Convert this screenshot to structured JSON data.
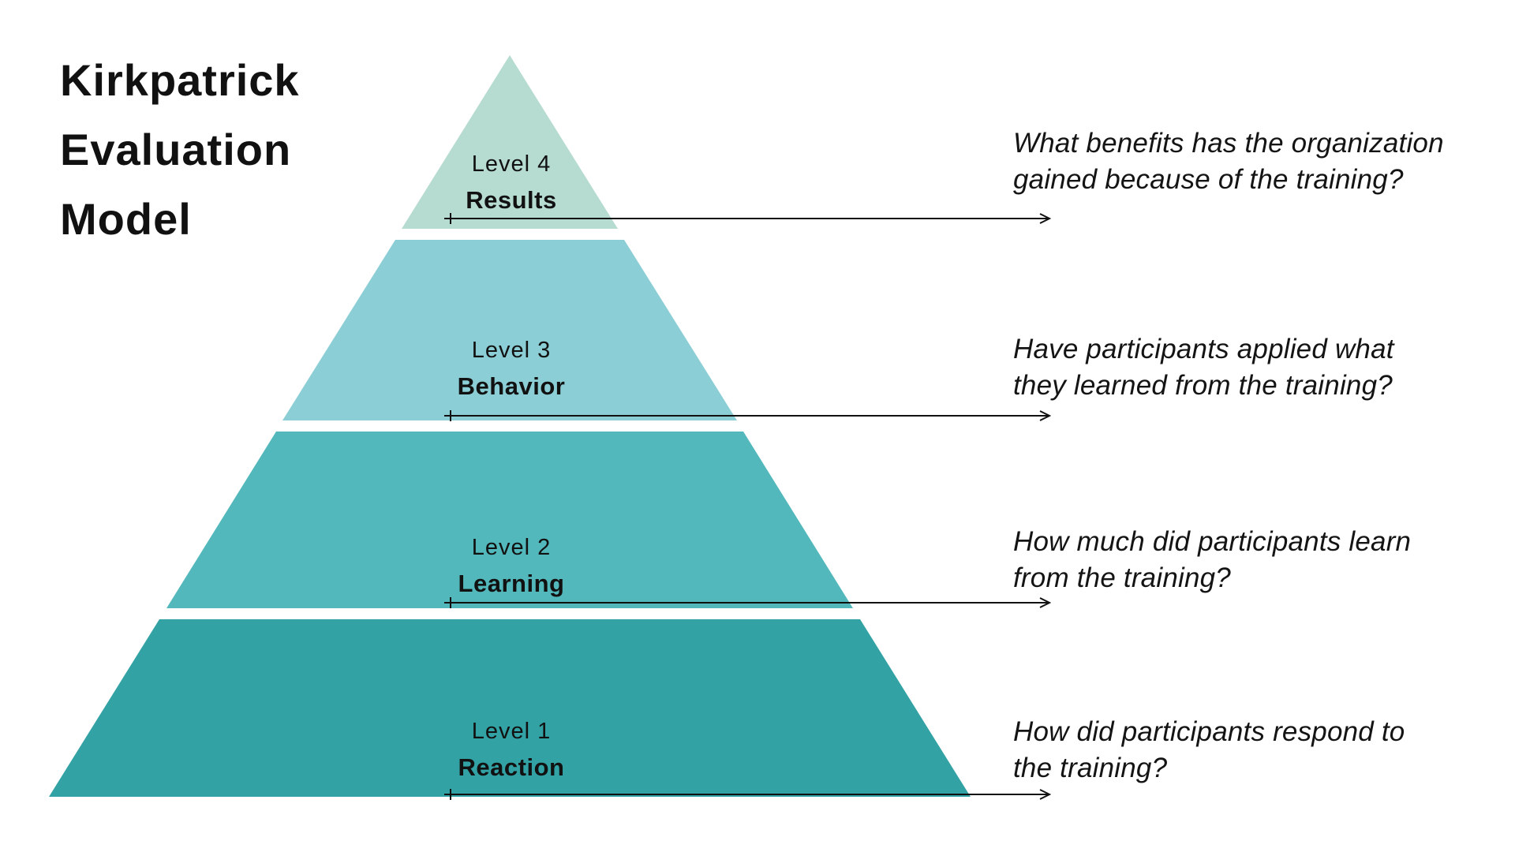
{
  "title": "Kirkpatrick\nEvaluation\nModel",
  "levels": [
    {
      "level_label": "Level 4",
      "name": "Results",
      "color": "#b6dbd0",
      "question": "What benefits has the organization\ngained because of the training?"
    },
    {
      "level_label": "Level 3",
      "name": "Behavior",
      "color": "#8bced6",
      "question": "Have participants applied what\nthey learned from the training?"
    },
    {
      "level_label": "Level 2",
      "name": "Learning",
      "color": "#52b8bb",
      "question": "How much did participants learn\nfrom the training?"
    },
    {
      "level_label": "Level 1",
      "name": "Reaction",
      "color": "#32a2a4",
      "question": "How did participants respond to\nthe training?"
    }
  ],
  "colors": {
    "background": "#ffffff",
    "text": "#111111",
    "line": "#111111"
  }
}
